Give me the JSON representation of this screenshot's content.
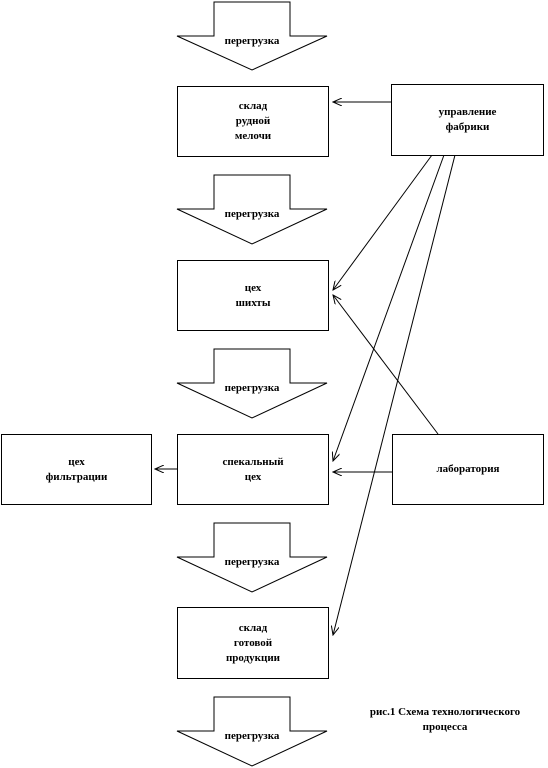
{
  "boxes": {
    "sklad_rudnoy_melochi": "склад\nрудной\nмелочи",
    "tseh_shikhty": "цех\nшихты",
    "spekatelny_tseh": "спекальный\nцех",
    "sklad_gotovoy_produktsii": "склад\nготовой\nпродукции",
    "upravlenie_fabriki": "управление\nфабрики",
    "laboratoriya": "лаборатория",
    "tseh_filtratsii": "цех\nфильтрации"
  },
  "transfers": [
    "перегрузка",
    "перегрузка",
    "перегрузка",
    "перегрузка",
    "перегрузка"
  ],
  "caption": "рис.1 Схема технологического\nпроцесса"
}
